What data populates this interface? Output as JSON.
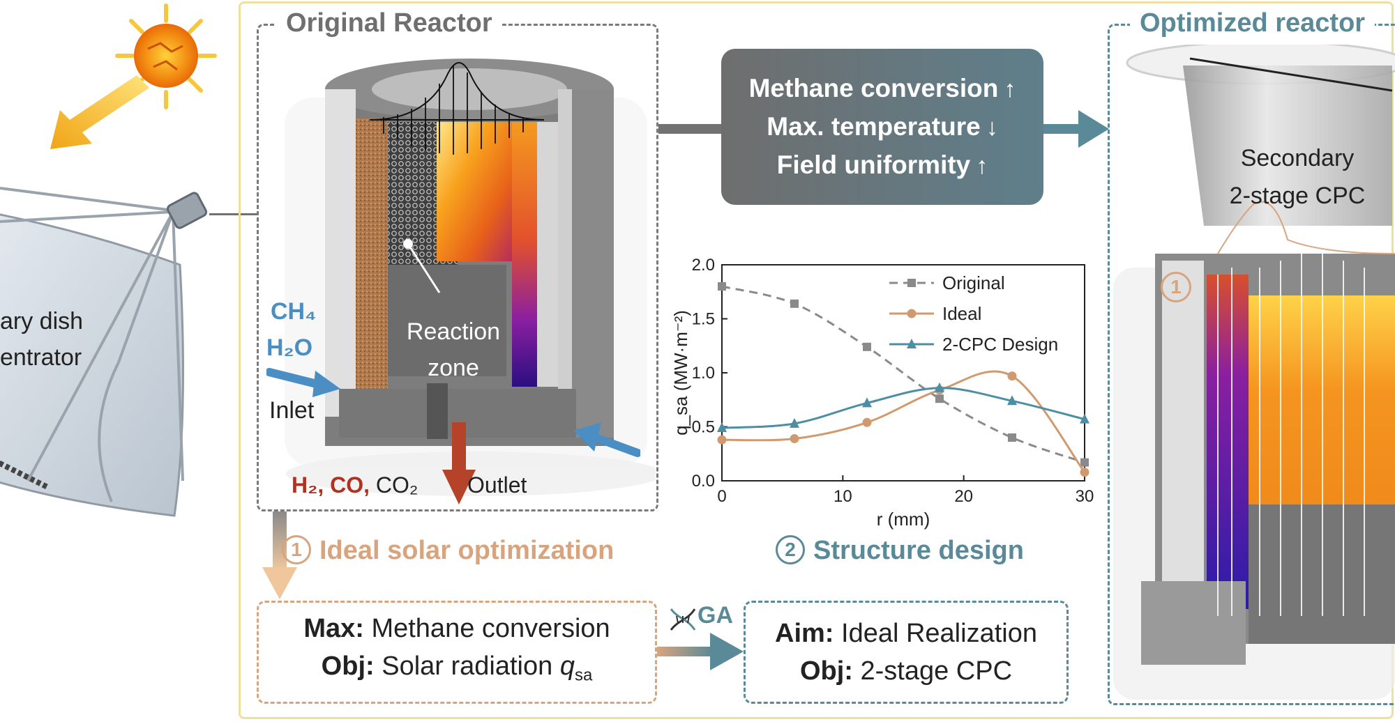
{
  "concentrator": {
    "label_line1": "ary dish",
    "label_line2": "entrator"
  },
  "original": {
    "title": "Original Reactor",
    "reaction_line1": "Reaction",
    "reaction_line2": "zone",
    "inlet_species1": "CH₄",
    "inlet_species2": "H₂O",
    "inlet_label": "Inlet",
    "products_h2co": "H₂, CO,",
    "products_co2": "CO₂",
    "outlet_label": "Outlet"
  },
  "goals": {
    "line1": "Methane conversion",
    "line1_arrow": "↑",
    "line2": "Max. temperature",
    "line2_arrow": "↓",
    "line3": "Field uniformity",
    "line3_arrow": "↑"
  },
  "steps": {
    "step1_num": "1",
    "step1_label": "Ideal solar optimization",
    "step2_num": "2",
    "step2_label": "Structure design",
    "ga_label": "GA"
  },
  "max_box": {
    "line1_bold": "Max:",
    "line1_text": "Methane conversion",
    "line2_bold": "Obj:",
    "line2_text": "Solar radiation",
    "line2_q": "q",
    "line2_sub": "sa"
  },
  "aim_box": {
    "line1_bold": "Aim:",
    "line1_text": "Ideal Realization",
    "line2_bold": "Obj:",
    "line2_text": "2-stage CPC"
  },
  "optimized": {
    "title": "Optimized reactor",
    "cpc_line1": "Secondary",
    "cpc_line2": "2-stage CPC",
    "marker": "1"
  },
  "colors": {
    "gray": "#707070",
    "teal": "#5a8a98",
    "tan": "#d8a47e",
    "red": "#b0311f",
    "blue": "#4a8ec4",
    "frame": "#efe0a0"
  },
  "chart_data": {
    "type": "line",
    "xlabel": "r (mm)",
    "ylabel": "q_sa (MW·m⁻²)",
    "xlim": [
      0,
      30
    ],
    "ylim": [
      0,
      2.0
    ],
    "xticks": [
      0,
      10,
      20,
      30
    ],
    "yticks": [
      0.0,
      0.5,
      1.0,
      1.5,
      2.0
    ],
    "legend_position": "top-right",
    "series": [
      {
        "name": "Original",
        "color": "#8a8a8a",
        "dash": true,
        "marker": "square",
        "x": [
          0,
          6,
          12,
          18,
          24,
          30
        ],
        "y": [
          1.8,
          1.64,
          1.24,
          0.76,
          0.4,
          0.17
        ]
      },
      {
        "name": "Ideal",
        "color": "#d19a6e",
        "dash": false,
        "marker": "circle",
        "x": [
          0,
          6,
          12,
          18,
          24,
          30
        ],
        "y": [
          0.38,
          0.39,
          0.54,
          0.84,
          0.97,
          0.08
        ]
      },
      {
        "name": "2-CPC Design",
        "color": "#4d8ea6",
        "dash": false,
        "marker": "triangle",
        "x": [
          0,
          6,
          12,
          18,
          24,
          30
        ],
        "y": [
          0.49,
          0.53,
          0.72,
          0.86,
          0.74,
          0.57
        ]
      }
    ]
  }
}
